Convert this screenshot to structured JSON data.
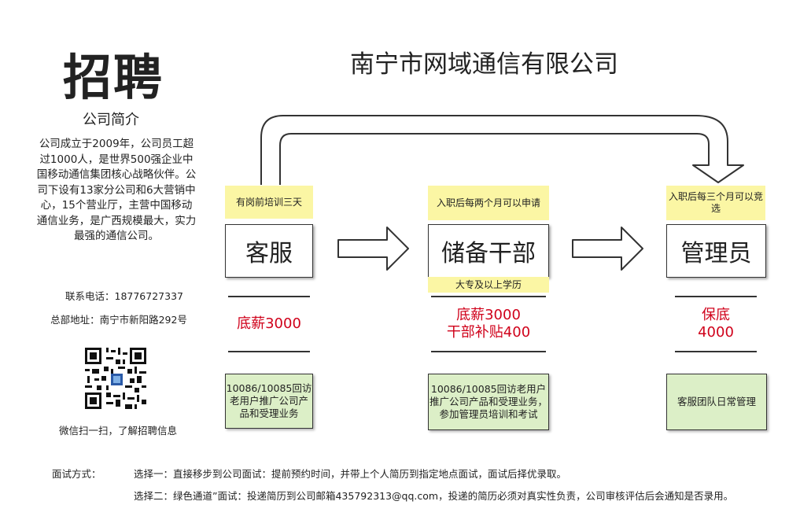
{
  "header": {
    "title": "招聘",
    "company": "南宁市网域通信有限公司"
  },
  "intro": {
    "heading": "公司简介",
    "text": "公司成立于2009年，公司员工超过1000人，是世界500强企业中国移动通信集团核心战略伙伴。公司下设有13家分公司和6大营销中心，15个营业厅，主营中国移动通信业务，是广西规模最大，实力最强的通信公司。"
  },
  "contact": {
    "phone": "联系电话：18776727337",
    "address": "总部地址：南宁市新阳路292号",
    "qr_caption": "微信扫一扫，了解招聘信息"
  },
  "stages": [
    {
      "note": "有岗前培训三天",
      "title": "客服",
      "salary_line1": "底薪3000",
      "salary_line2": "",
      "duty": "10086/10085回访老用户推广公司产品和受理业务"
    },
    {
      "note": "入职后每两个月可以申请",
      "sub_note": "大专及以上学历",
      "title": "储备干部",
      "salary_line1": "底薪3000",
      "salary_line2": "干部补贴400",
      "duty": "10086/10085回访老用户推广公司产品和受理业务，参加管理员培训和考试"
    },
    {
      "note": "入职后每三个月可以竞选",
      "title": "管理员",
      "salary_line1": "保底",
      "salary_line2": "4000",
      "duty": "客服团队日常管理"
    }
  ],
  "interview": {
    "label": "面试方式：",
    "option1": "选择一：直接移步到公司面试：提前预约时间，并带上个人简历到指定地点面试，面试后择优录取。",
    "option2": "选择二：绿色通道”面试：投递简历到公司邮箱435792313@qq.com，投递的简历必须对真实性负责，公司审核评估后会通知是否录用。"
  },
  "colors": {
    "salary": "#d0021b",
    "note_bg": "#fbf6a4",
    "duty_bg": "#dcefc7"
  }
}
